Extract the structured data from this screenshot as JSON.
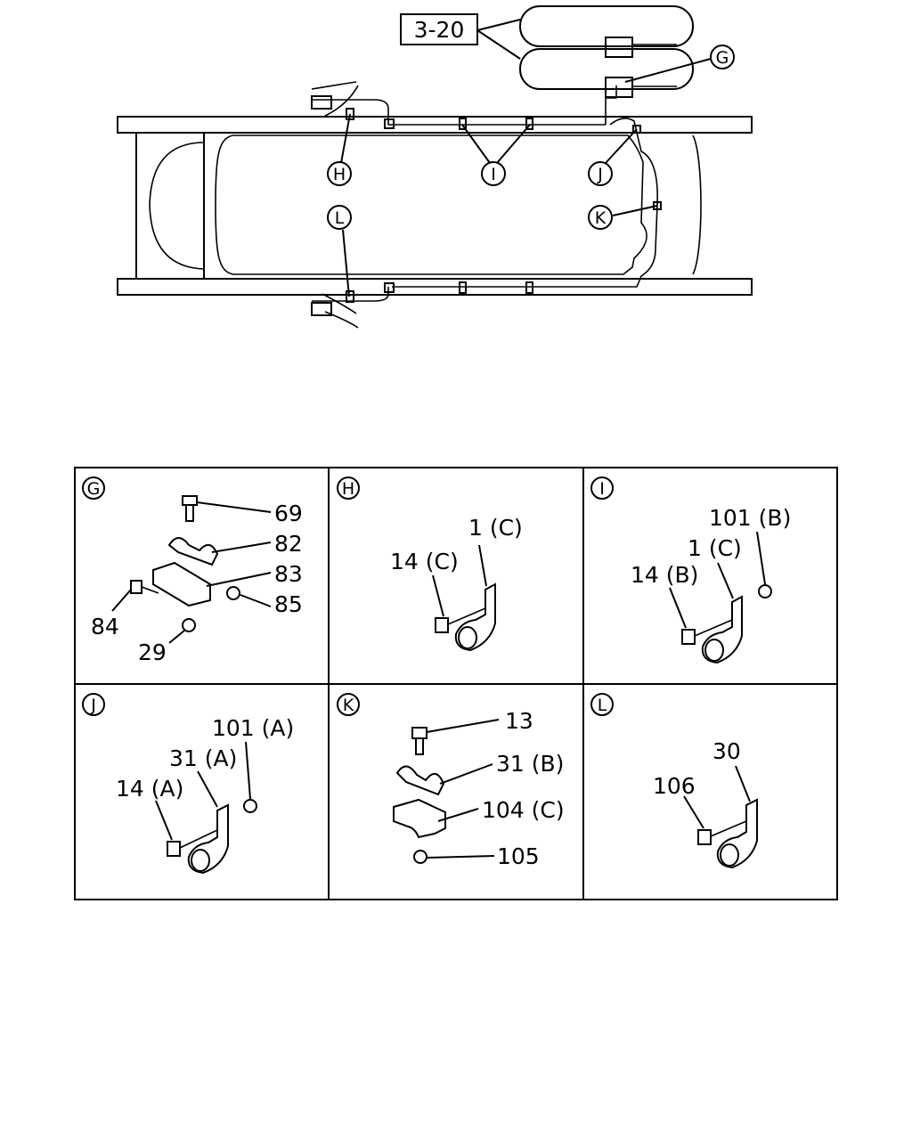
{
  "overview": {
    "ref": "3-20",
    "callouts": {
      "g": "G",
      "h": "H",
      "i": "I",
      "j": "J",
      "k": "K",
      "l": "L"
    }
  },
  "panels": [
    {
      "id": "G",
      "labels": [
        "69",
        "82",
        "83",
        "85",
        "84",
        "29"
      ]
    },
    {
      "id": "H",
      "labels": [
        "1 (C)",
        "14 (C)"
      ]
    },
    {
      "id": "I",
      "labels": [
        "101 (B)",
        "1 (C)",
        "14 (B)"
      ]
    },
    {
      "id": "J",
      "labels": [
        "101 (A)",
        "31 (A)",
        "14 (A)"
      ]
    },
    {
      "id": "K",
      "labels": [
        "13",
        "31 (B)",
        "104 (C)",
        "105"
      ]
    },
    {
      "id": "L",
      "labels": [
        "30",
        "106"
      ]
    }
  ]
}
